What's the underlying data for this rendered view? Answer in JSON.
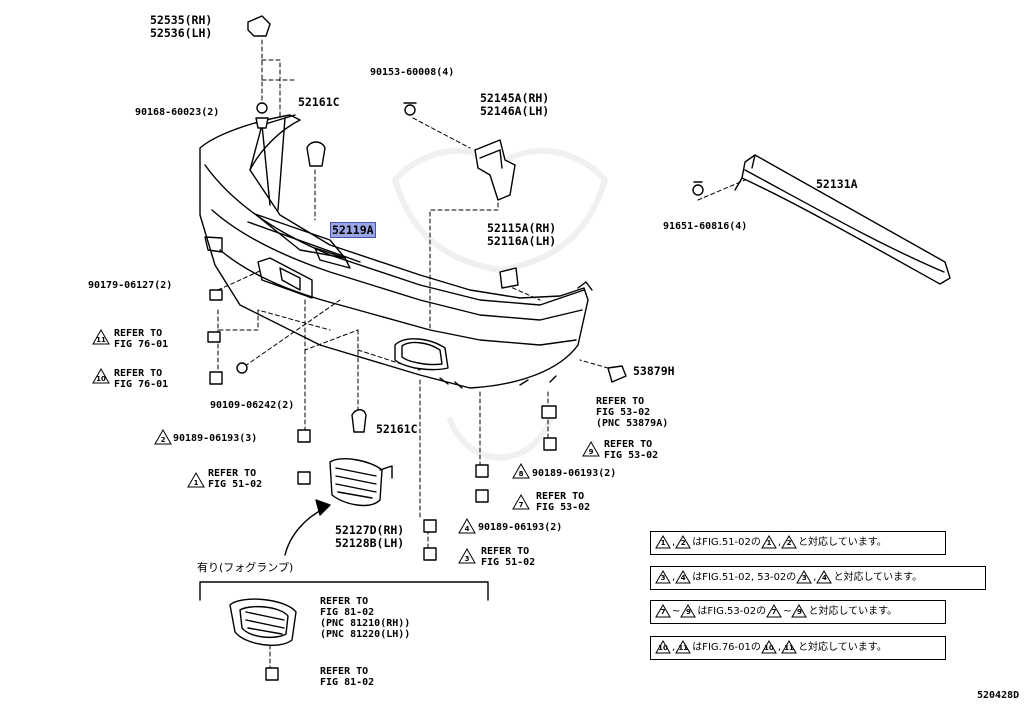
{
  "labels": {
    "p52535": "52535(RH)",
    "p52536": "52536(LH)",
    "p90168": "90168-60023(2)",
    "p52161c_top": "52161C",
    "p90153": "90153-60008(4)",
    "p52145a": "52145A(RH)",
    "p52146a": "52146A(LH)",
    "p52131a": "52131A",
    "p52119a": "52119A",
    "p52115a": "52115A(RH)",
    "p52116a": "52116A(LH)",
    "p91651": "91651-60816(4)",
    "p90179": "90179-06127(2)",
    "p53879h": "53879H",
    "p90109": "90109-06242(2)",
    "p52161c_mid": "52161C",
    "p90189_2": "90189-06193(3)",
    "p90189_8": "90189-06193(2)",
    "p90189_4": "90189-06193(2)",
    "p52127d": "52127D(RH)",
    "p52128b": "52128B(LH)",
    "fog_title": "有り(フォグランプ)",
    "diagram_id": "520428D"
  },
  "refs": {
    "r11": {
      "num": "11",
      "line1": "REFER TO",
      "line2": "FIG 76-01"
    },
    "r10": {
      "num": "10",
      "line1": "REFER TO",
      "line2": "FIG 76-01"
    },
    "r1": {
      "num": "1",
      "line1": "REFER TO",
      "line2": "FIG 51-02"
    },
    "r_fig53": {
      "line1": "REFER TO",
      "line2": "FIG 53-02",
      "line3": "(PNC 53879A)"
    },
    "r9": {
      "num": "9",
      "line1": "REFER TO",
      "line2": "FIG 53-02"
    },
    "r8": {
      "num": "8"
    },
    "r7": {
      "num": "7",
      "line1": "REFER TO",
      "line2": "FIG 53-02"
    },
    "r4": {
      "num": "4"
    },
    "r3": {
      "num": "3",
      "line1": "REFER TO",
      "line2": "FIG 51-02"
    },
    "r2": {
      "num": "2"
    },
    "r_fog1": {
      "line1": "REFER TO",
      "line2": "FIG 81-02",
      "line3": "(PNC 81210(RH))",
      "line4": "(PNC 81220(LH))"
    },
    "r_fog2": {
      "line1": "REFER TO",
      "line2": "FIG 81-02"
    }
  },
  "notes": [
    {
      "a": "1",
      "b": "2",
      "mid": "はFIG.51-02の",
      "c": "1",
      "d": "2",
      "end": "と対応しています。"
    },
    {
      "a": "3",
      "b": "4",
      "mid": "はFIG.51-02, 53-02の",
      "c": "3",
      "d": "4",
      "end": "と対応しています。"
    },
    {
      "a": "7",
      "b": "9",
      "mid": "はFIG.53-02の",
      "c": "7",
      "d": "9",
      "end": "と対応しています。",
      "range": true
    },
    {
      "a": "10",
      "b": "11",
      "mid": "はFIG.76-01の",
      "c": "10",
      "d": "11",
      "end": "と対応しています。"
    }
  ],
  "icons": [
    "bumper-cover-icon",
    "reinforcement-icon",
    "bracket-icon",
    "clip-icon",
    "bolt-icon",
    "grille-icon",
    "fog-lamp-icon",
    "arrow-icon"
  ]
}
